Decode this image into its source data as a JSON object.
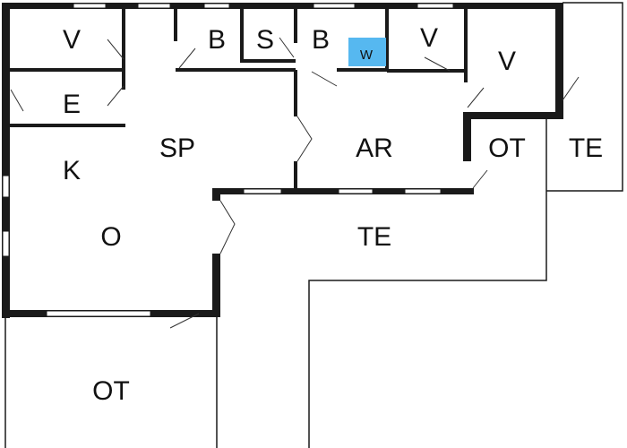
{
  "floorplan": {
    "rooms": {
      "v1": "V",
      "e": "E",
      "b1": "B",
      "s": "S",
      "b2": "B",
      "w": "W",
      "v2": "V",
      "v3": "V",
      "sp": "SP",
      "k": "K",
      "o": "O",
      "ar": "AR",
      "ot1": "OT",
      "te1": "TE",
      "te2": "TE",
      "ot2": "OT"
    },
    "colors": {
      "wall": "#1a1a1a",
      "appliance": "#56b8f0",
      "background": "#ffffff"
    }
  }
}
